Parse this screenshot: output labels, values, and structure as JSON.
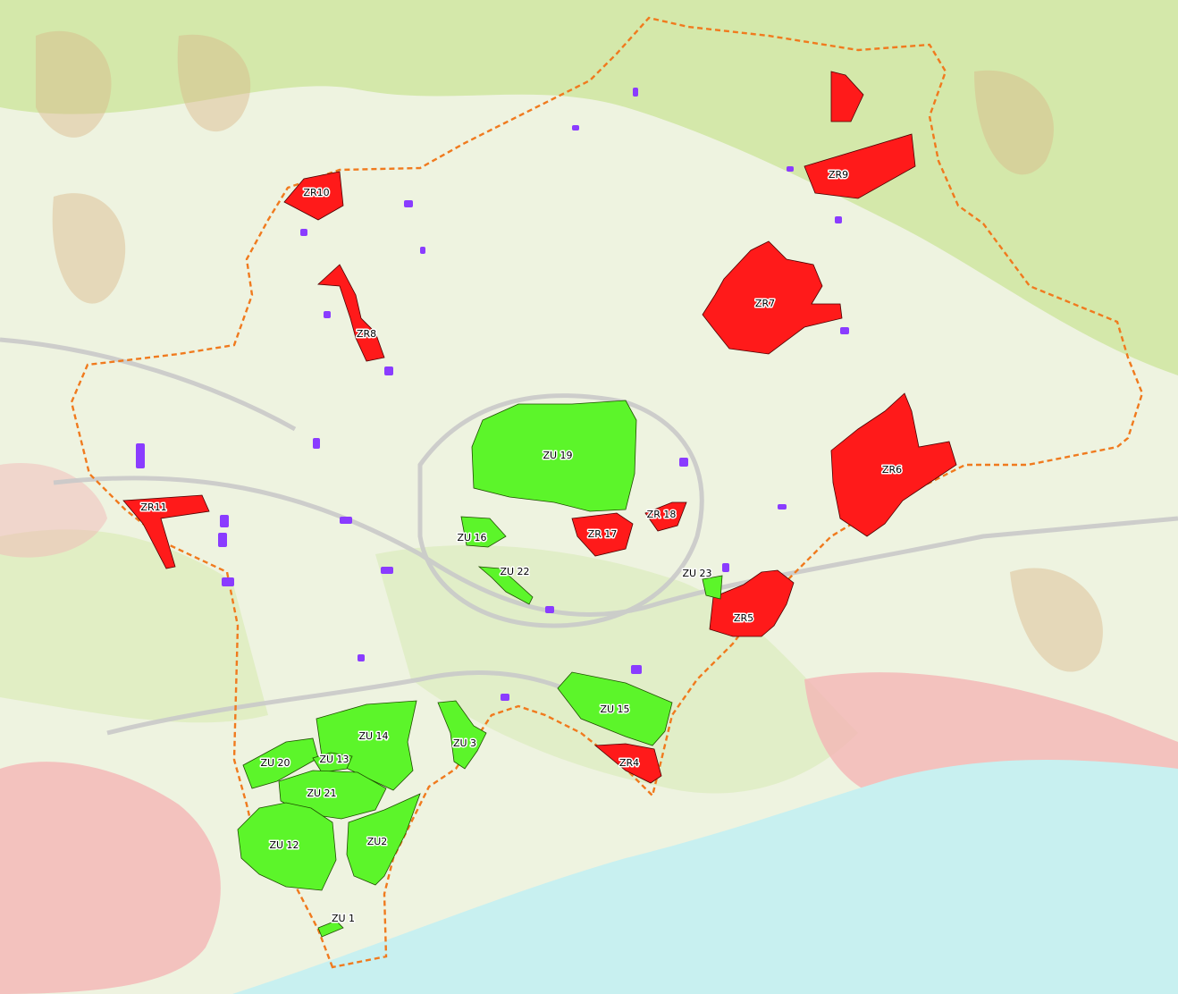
{
  "map": {
    "colors": {
      "background": "#eef3e0",
      "vegetation": "#cfe7a0",
      "urban": "#f4b6b6",
      "sea": "#c8f0f0",
      "zone_zr": "#ff1a1a",
      "zone_zu": "#5cf52a",
      "boundary": "#f07a1e",
      "small_parcels": "#8a3cff",
      "roads": "#c9c9c9"
    },
    "zones_zr": [
      {
        "id": "ZR4",
        "label": "ZR4"
      },
      {
        "id": "ZR5",
        "label": "ZR5"
      },
      {
        "id": "ZR6",
        "label": "ZR6"
      },
      {
        "id": "ZR7",
        "label": "ZR7"
      },
      {
        "id": "ZR8",
        "label": "ZR8"
      },
      {
        "id": "ZR9",
        "label": "ZR9"
      },
      {
        "id": "ZR10",
        "label": "ZR10"
      },
      {
        "id": "ZR11",
        "label": "ZR11"
      },
      {
        "id": "ZR17",
        "label": "ZR 17"
      },
      {
        "id": "ZR18",
        "label": "ZR 18"
      }
    ],
    "zones_zu": [
      {
        "id": "ZU1",
        "label": "ZU 1"
      },
      {
        "id": "ZU2",
        "label": "ZU2"
      },
      {
        "id": "ZU3",
        "label": "ZU 3"
      },
      {
        "id": "ZU12",
        "label": "ZU 12"
      },
      {
        "id": "ZU13",
        "label": "ZU 13"
      },
      {
        "id": "ZU14",
        "label": "ZU 14"
      },
      {
        "id": "ZU15",
        "label": "ZU 15"
      },
      {
        "id": "ZU16",
        "label": "ZU 16"
      },
      {
        "id": "ZU19",
        "label": "ZU 19"
      },
      {
        "id": "ZU20",
        "label": "ZU 20"
      },
      {
        "id": "ZU21",
        "label": "ZU 21"
      },
      {
        "id": "ZU22",
        "label": "ZU 22"
      },
      {
        "id": "ZU23",
        "label": "ZU 23"
      }
    ]
  }
}
